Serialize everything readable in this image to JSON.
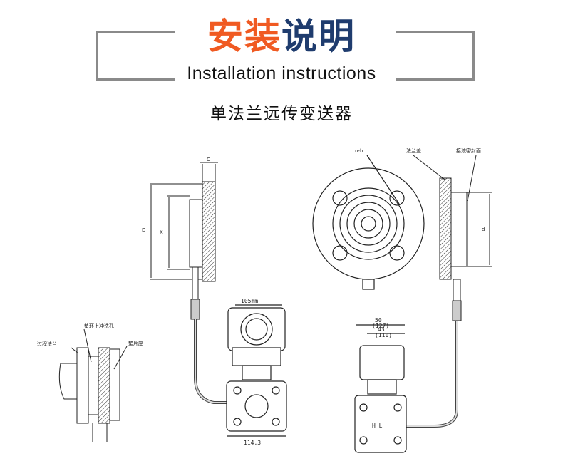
{
  "header": {
    "title_orange": "安装",
    "title_navy": "说明",
    "subtitle_en": "Installation instructions",
    "product_name": "单法兰远传变送器"
  },
  "colors": {
    "orange": "#f05a22",
    "navy": "#1f3c6e",
    "bracket": "#8a8a8a"
  },
  "diagram_labels": {
    "flange_thickness": "C",
    "outer_dia": "D",
    "bolt_circle": "K",
    "holes": "n-h",
    "flange_cover": "法兰盖",
    "wetted_face": "接液密封面",
    "seal_dia": "d",
    "transmitter_width": "105mm",
    "transmitter_depth": "114.3",
    "process_flange": "过程法兰",
    "flush_ring": "垫环上冲洗孔",
    "gasket": "垫片座",
    "dim_50": "50",
    "dim_127": "(127)",
    "dim_43": "43",
    "dim_110": "(110)",
    "hl": "H L"
  }
}
